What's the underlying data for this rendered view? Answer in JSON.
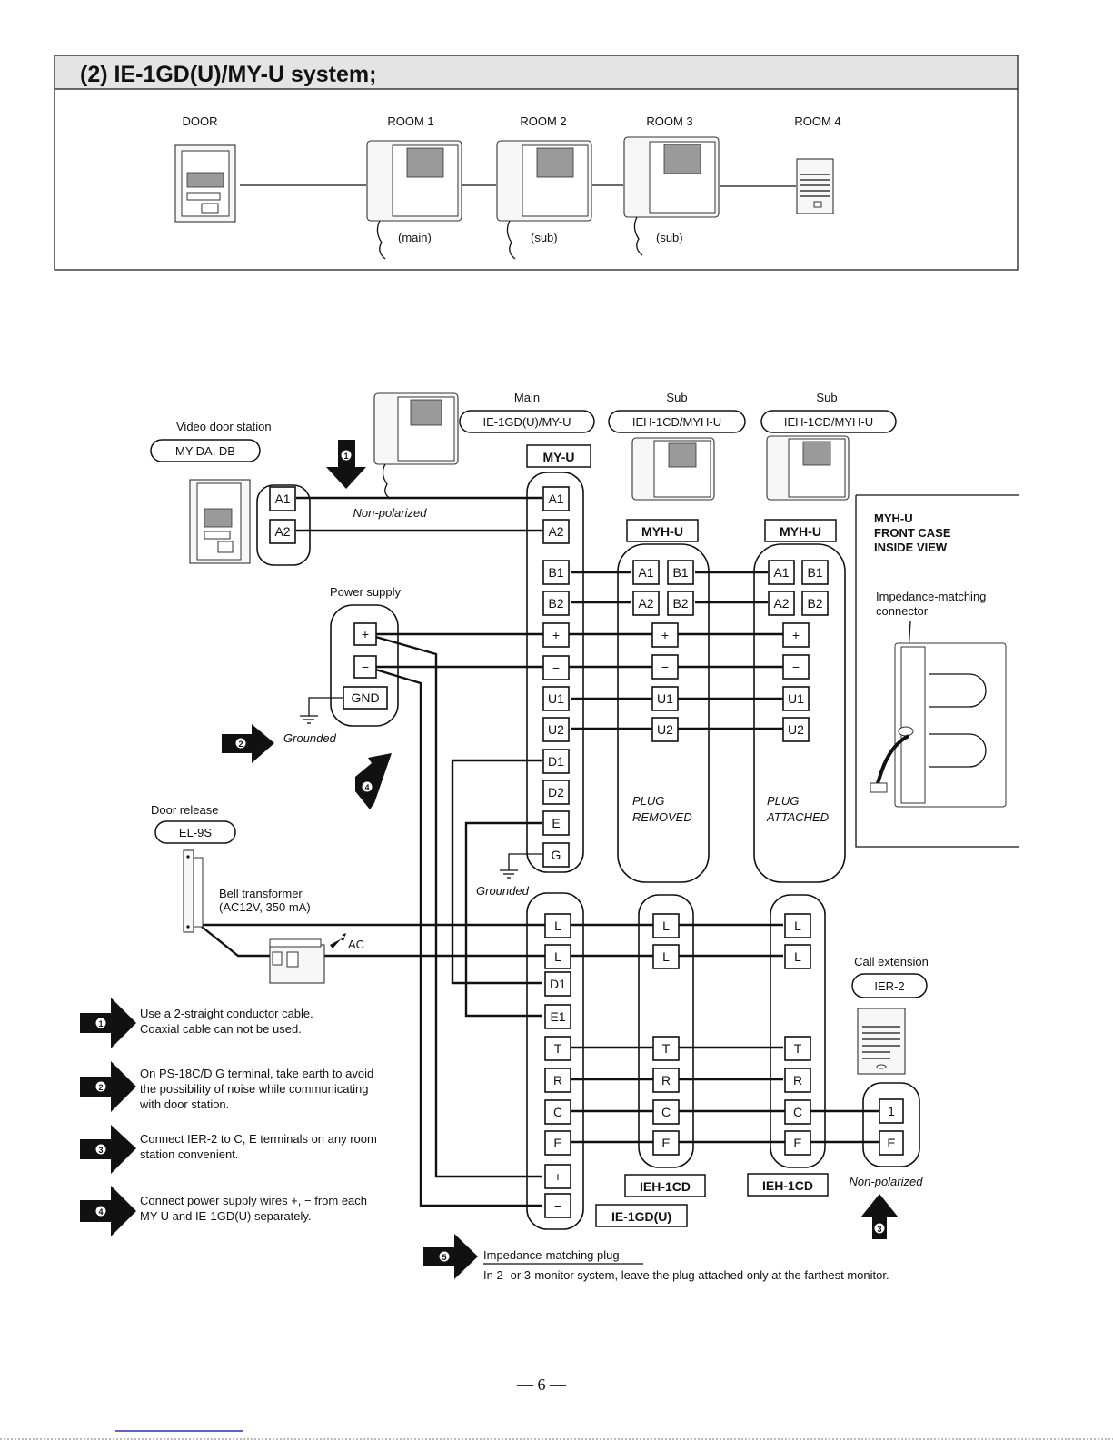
{
  "header": {
    "title": "(2) IE-1GD(U)/MY-U system;"
  },
  "overview": {
    "door_label": "DOOR",
    "rooms": [
      {
        "label": "ROOM 1",
        "role": "(main)"
      },
      {
        "label": "ROOM 2",
        "role": "(sub)"
      },
      {
        "label": "ROOM 3",
        "role": "(sub)"
      },
      {
        "label": "ROOM 4",
        "role": ""
      }
    ]
  },
  "stations": {
    "main": {
      "role": "Main",
      "model": "IE-1GD(U)/MY-U",
      "unit_label": "MY-U",
      "bottom_label": "IE-1GD(U)"
    },
    "sub1": {
      "role": "Sub",
      "model": "IEH-1CD/MYH-U",
      "unit_label": "MYH-U",
      "plug_state": "PLUG\nREMOVED",
      "plug_line1": "PLUG",
      "plug_line2": "REMOVED",
      "bottom_label": "IEH-1CD"
    },
    "sub2": {
      "role": "Sub",
      "model": "IEH-1CD/MYH-U",
      "unit_label": "MYH-U",
      "plug_line1": "PLUG",
      "plug_line2": "ATTACHED",
      "bottom_label": "IEH-1CD"
    }
  },
  "door_station": {
    "title": "Video door station",
    "model": "MY-DA, DB",
    "terminals": [
      "A1",
      "A2"
    ],
    "wire_note": "Non-polarized"
  },
  "power_supply": {
    "title": "Power supply",
    "terminals": [
      "+",
      "−",
      "GND"
    ],
    "ground_note": "Grounded"
  },
  "door_release": {
    "title": "Door release",
    "model": "EL-9S"
  },
  "bell_transformer": {
    "line1": "Bell transformer",
    "line2": "(AC12V, 350 mA)",
    "ac_label": "AC"
  },
  "terminals": {
    "main_upper": [
      "A1",
      "A2",
      "B1",
      "B2",
      "+",
      "−",
      "U1",
      "U2",
      "D1",
      "D2",
      "E",
      "G"
    ],
    "main_lower": [
      "L",
      "L",
      "D1",
      "E1",
      "T",
      "R",
      "C",
      "E",
      "+",
      "−"
    ],
    "sub_upper_ab": [
      [
        "A1",
        "B1"
      ],
      [
        "A2",
        "B2"
      ]
    ],
    "sub_upper": [
      "+",
      "−",
      "U1",
      "U2"
    ],
    "sub_lower_top": [
      "L",
      "L"
    ],
    "sub_lower": [
      "T",
      "R",
      "C",
      "E"
    ],
    "ext": [
      "1",
      "E"
    ]
  },
  "ground_note_main": "Grounded",
  "call_extension": {
    "title": "Call extension",
    "model": "IER-2",
    "wire_note": "Non-polarized"
  },
  "inset": {
    "line1": "MYH-U",
    "line2": "FRONT CASE",
    "line3": "INSIDE VIEW",
    "conn1": "Impedance-matching",
    "conn2": "connector"
  },
  "notes": [
    {
      "num": "1",
      "lines": [
        "Use a 2-straight conductor cable.",
        "Coaxial cable can not be used."
      ]
    },
    {
      "num": "2",
      "lines": [
        "On PS-18C/D  G terminal, take earth to avoid",
        "the possibility of noise while communicating",
        "with door station."
      ]
    },
    {
      "num": "3",
      "lines": [
        "Connect IER-2 to C, E terminals on any room",
        "station convenient."
      ]
    },
    {
      "num": "4",
      "lines": [
        "Connect power supply wires +, − from each",
        "MY-U and IE-1GD(U) separately."
      ]
    },
    {
      "num": "5",
      "lines": [
        "Impedance-matching plug",
        "In 2- or 3-monitor system, leave the plug attached only at the farthest monitor."
      ]
    }
  ],
  "markers": [
    "1",
    "2",
    "3",
    "4",
    "5"
  ],
  "page_number": "— 6 —",
  "colors": {
    "ink": "#111111",
    "header_band": "#e4e4e4",
    "link_underline": "#0000cc"
  }
}
